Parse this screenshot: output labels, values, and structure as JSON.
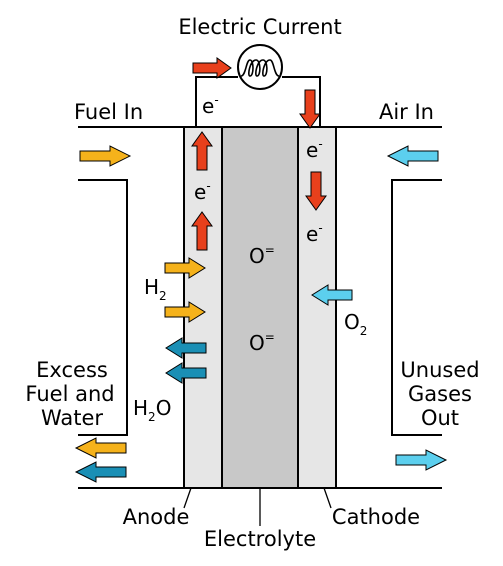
{
  "title": "Electric Current",
  "inputs": {
    "fuel_in": "Fuel In",
    "air_in": "Air In"
  },
  "outputs": {
    "excess": [
      "Excess",
      "Fuel and",
      "Water"
    ],
    "unused": [
      "Unused",
      "Gases",
      "Out"
    ]
  },
  "layers": {
    "anode": "Anode",
    "electrolyte": "Electrolyte",
    "cathode": "Cathode"
  },
  "species": {
    "electron": {
      "base": "e",
      "sup": "-"
    },
    "oxide_ion": {
      "base": "O",
      "sup": "="
    },
    "hydrogen": {
      "base": "H",
      "sub": "2"
    },
    "oxygen": {
      "base": "O",
      "sub": "2"
    },
    "water": {
      "base": "H",
      "sub": "2",
      "tail": "O"
    }
  },
  "icons": {
    "load": "lamp-coil-icon"
  },
  "colors": {
    "electrode_fill": "#e6e6e6",
    "electrolyte_fill": "#c8c8c8",
    "electron_arrow": "#e8401c",
    "fuel_arrow": "#f5b21b",
    "water_arrow": "#1a8fb5",
    "air_arrow": "#5ccfee",
    "stroke": "#000000"
  }
}
